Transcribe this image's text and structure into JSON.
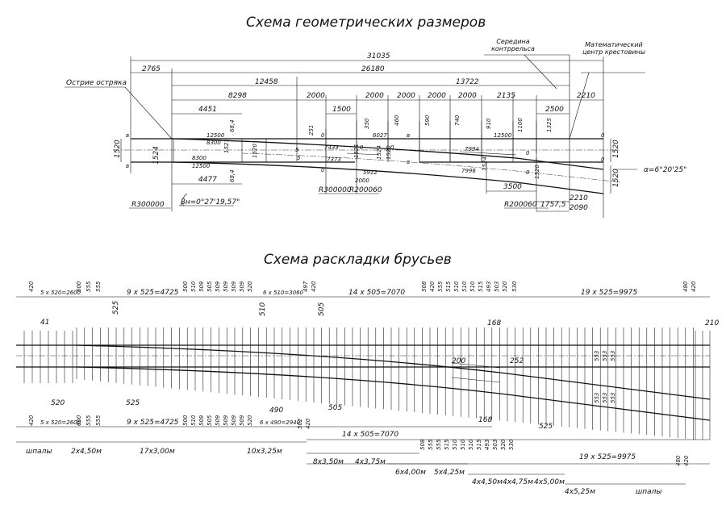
{
  "titles": {
    "geometry": "Схема геометрических размеров",
    "ties": "Схема раскладки брусьев"
  },
  "geometry": {
    "overall": [
      "31035",
      "26180",
      "2765"
    ],
    "row2": [
      "12458",
      "13722"
    ],
    "row3": [
      "8298",
      "2000",
      "2000",
      "2000",
      "2000",
      "2000",
      "2135",
      "2210"
    ],
    "row4": [
      "4451",
      "1500",
      "2500"
    ],
    "rails": [
      "12500",
      "8300",
      "12500",
      "8300",
      "7433",
      "7373",
      "6027",
      "5912",
      "2000",
      "7994",
      "7996",
      "12500"
    ],
    "ordinates": [
      "68,4",
      "1521",
      "1520",
      "251",
      "350",
      "460",
      "590",
      "740",
      "910",
      "1100",
      "1325",
      "1521",
      "1524",
      "1520",
      "1524",
      "1520",
      "68,4",
      "1520",
      "1524"
    ],
    "gauges_right": [
      "1520",
      "1520"
    ],
    "angles": {
      "alpha": "α=6°20'25\"",
      "beta": "βн=0°27'19,57\""
    },
    "radii": [
      "R300000",
      "R300000",
      "R200060",
      "R200060"
    ],
    "bottom_dims": [
      "4477",
      "3500",
      "1757,5",
      "2210",
      "2090"
    ],
    "callouts": {
      "tip": "Острие остряка",
      "mid_guard": "Середина контррельса",
      "math_center": "Математический центр крестовины"
    },
    "marks": [
      "в",
      "в",
      "в",
      "в",
      "0",
      "0",
      "0",
      "0",
      "0",
      "0",
      "0",
      "0",
      "5",
      "5"
    ]
  },
  "ties": {
    "top": [
      "420",
      "5 x 520=2600",
      "600",
      "555",
      "555",
      "9 x 525=4725",
      "500",
      "510",
      "509",
      "505",
      "509",
      "509",
      "509",
      "509",
      "520",
      "6 x 510=3060",
      "497",
      "420",
      "14 x 505=7070",
      "508",
      "420",
      "555",
      "515",
      "510",
      "510",
      "510",
      "515",
      "493",
      "503",
      "520",
      "530",
      "19 x 525=9975",
      "480",
      "420"
    ],
    "mid": [
      "41",
      "525",
      "510",
      "505",
      "168",
      "210",
      "200",
      "252",
      "553",
      "553",
      "553",
      "553",
      "553",
      "553"
    ],
    "bottom": [
      "420",
      "5 x 520=2600",
      "600",
      "555",
      "555",
      "9 x 525=4725",
      "500",
      "510",
      "509",
      "505",
      "509",
      "509",
      "509",
      "509",
      "520",
      "6 x 490=2940",
      "490",
      "502",
      "420",
      "505",
      "14 x 505=7070",
      "508",
      "555",
      "555",
      "515",
      "510",
      "510",
      "510",
      "515",
      "493",
      "503",
      "520",
      "530",
      "168",
      "525",
      "520",
      "525",
      "19 x 525=9975",
      "480",
      "420"
    ],
    "groups": [
      "шпалы",
      "2x4,50м",
      "17x3,00м",
      "10x3,25м",
      "8x3,50м",
      "4x3,75м",
      "6x4,00м",
      "5x4,25м",
      "4x4,50м",
      "4x4,75м",
      "4x5,00м",
      "4x5,25м",
      "шпалы"
    ]
  }
}
